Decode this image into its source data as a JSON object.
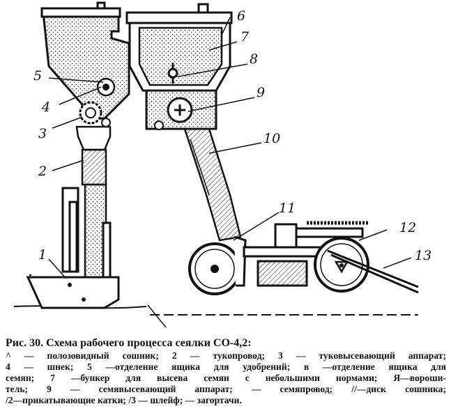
{
  "callouts": [
    "5",
    "4",
    "3",
    "2",
    "1",
    "6",
    "7",
    "8",
    "9",
    "10",
    "11",
    "12",
    "13"
  ],
  "caption": {
    "title": "Рис. 30. Схема рабочего процесса сеялки СО-4,2:",
    "lines": [
      "^ — полозовидный сошник; 2 — тукопровод; 3 — туковысевающий аппарат;",
      "4 — шнек; 5 —отделение ящика для удобрений; в —отделение ящика для",
      "семян; 7 —бункер для высева семян с небольшими нормами; Я—вороши-",
      "тель; 9 — семявысевающий аппарат;    — семяпровод; //—диск сошника;",
      "/2—прикатывающие катки; /3 — шлейф;    — загортачи."
    ]
  }
}
